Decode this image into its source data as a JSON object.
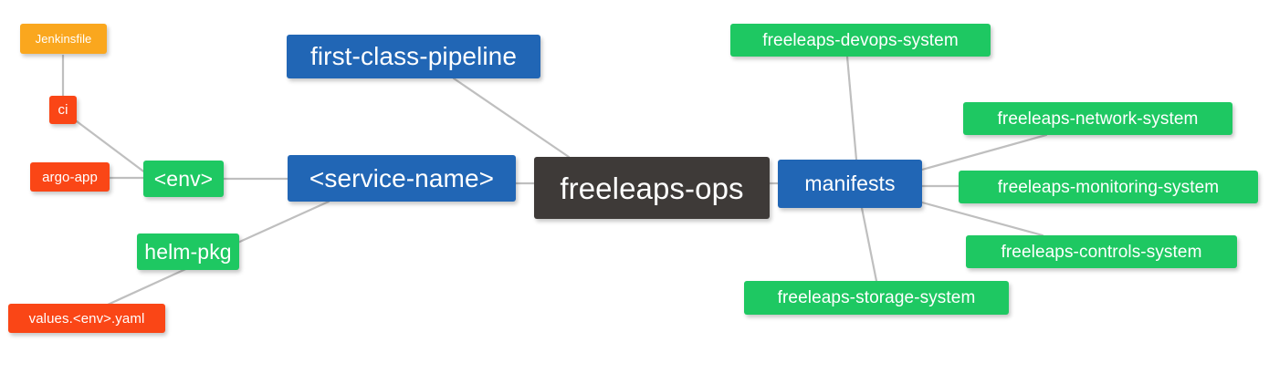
{
  "diagram": {
    "title": "freeleaps-ops repository mindmap",
    "background": "#ffffff",
    "edge_color": "#bfbfbf",
    "palette": {
      "root_dark": "#3e3a38",
      "blue": "#2166b5",
      "green": "#1ec862",
      "red": "#fa4616",
      "orange": "#faa71e",
      "text": "#ffffff"
    }
  },
  "nodes": {
    "root": {
      "label": "freeleaps-ops",
      "color": "#3e3a38"
    },
    "first_class_pipeline": {
      "label": "first-class-pipeline",
      "color": "#2166b5"
    },
    "service_name": {
      "label": "<service-name>",
      "color": "#2166b5"
    },
    "manifests": {
      "label": "manifests",
      "color": "#2166b5"
    },
    "env": {
      "label": "<env>",
      "color": "#1ec862"
    },
    "helm_pkg": {
      "label": "helm-pkg",
      "color": "#1ec862"
    },
    "jenkinsfile": {
      "label": "Jenkinsfile",
      "color": "#faa71e"
    },
    "ci": {
      "label": "ci",
      "color": "#fa4616"
    },
    "argo_app": {
      "label": "argo-app",
      "color": "#fa4616"
    },
    "values_yaml": {
      "label": "values.<env>.yaml",
      "color": "#fa4616"
    },
    "devops_system": {
      "label": "freeleaps-devops-system",
      "color": "#1ec862"
    },
    "network_system": {
      "label": "freeleaps-network-system",
      "color": "#1ec862"
    },
    "monitoring_system": {
      "label": "freeleaps-monitoring-system",
      "color": "#1ec862"
    },
    "controls_system": {
      "label": "freeleaps-controls-system",
      "color": "#1ec862"
    },
    "storage_system": {
      "label": "freeleaps-storage-system",
      "color": "#1ec862"
    }
  },
  "edges": [
    {
      "from": "first_class_pipeline",
      "to": "root"
    },
    {
      "from": "service_name",
      "to": "root"
    },
    {
      "from": "root",
      "to": "manifests"
    },
    {
      "from": "env",
      "to": "service_name"
    },
    {
      "from": "helm_pkg",
      "to": "service_name"
    },
    {
      "from": "jenkinsfile",
      "to": "ci"
    },
    {
      "from": "ci",
      "to": "env"
    },
    {
      "from": "argo_app",
      "to": "env"
    },
    {
      "from": "values_yaml",
      "to": "helm_pkg"
    },
    {
      "from": "manifests",
      "to": "devops_system"
    },
    {
      "from": "manifests",
      "to": "network_system"
    },
    {
      "from": "manifests",
      "to": "monitoring_system"
    },
    {
      "from": "manifests",
      "to": "controls_system"
    },
    {
      "from": "manifests",
      "to": "storage_system"
    }
  ]
}
